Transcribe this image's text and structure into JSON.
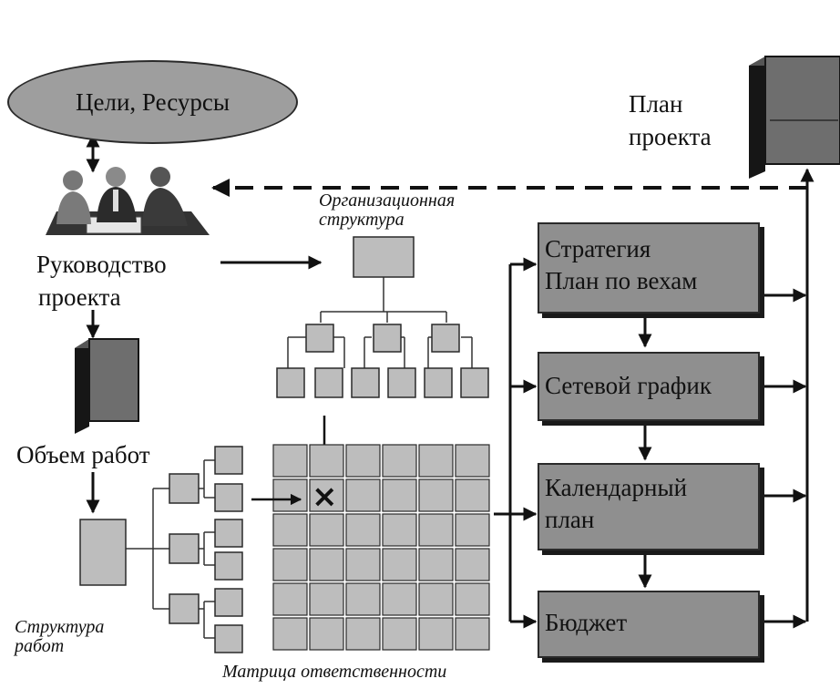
{
  "goals_resources": "Цели, Ресурсы",
  "project_plan": {
    "line1": "План",
    "line2": "проекта"
  },
  "org_structure": {
    "line1": "Организационная",
    "line2": "структура"
  },
  "project_management": {
    "line1": "Руководство",
    "line2": "проекта"
  },
  "scope_of_work": "Объем работ",
  "wbs": {
    "line1": "Структура",
    "line2": "работ"
  },
  "responsibility_matrix": "Матрица ответственности",
  "matrix_mark": "×",
  "process_boxes": [
    {
      "line1": "Стратегия",
      "line2": "План по вехам"
    },
    {
      "line1": "Сетевой график",
      "line2": ""
    },
    {
      "line1": "Календарный",
      "line2": "план"
    },
    {
      "line1": "Бюджет",
      "line2": ""
    }
  ],
  "colors": {
    "box_fill": "#8f8f8f",
    "box_border": "#2a2a2a",
    "ellipse_fill": "#9e9e9e",
    "cell_fill": "#bdbdbd",
    "binder_fill": "#6e6e6e",
    "binder_spine": "#161616"
  },
  "icons": [
    "meeting-people-icon",
    "binder-icon",
    "binder-icon"
  ]
}
